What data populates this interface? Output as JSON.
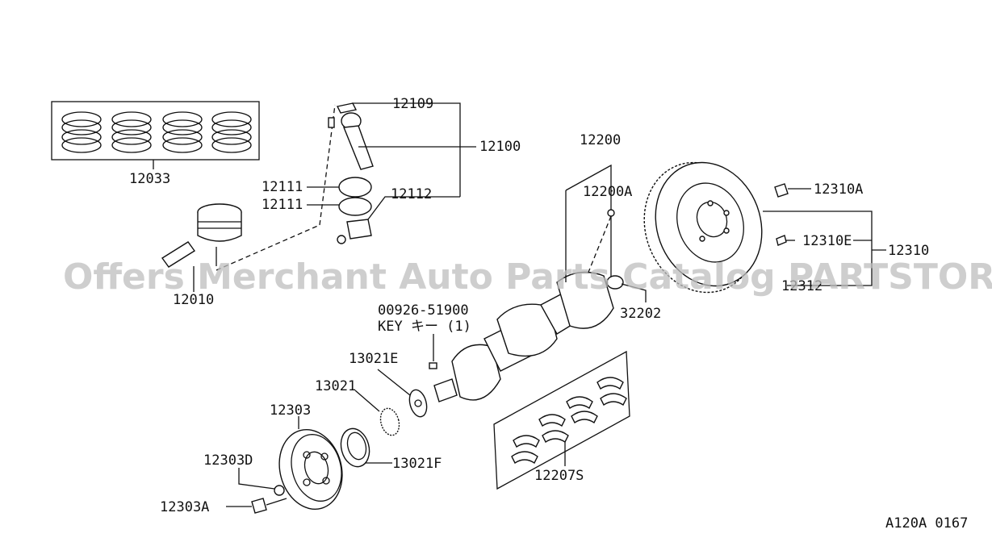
{
  "watermark": "Offers Merchant Auto Parts Catalog PARTSTORE.SA",
  "figure_code": "A120A 0167",
  "labels": {
    "p12033": "12033",
    "p12010": "12010",
    "p12109": "12109",
    "p12100": "12100",
    "p12111a": "12111",
    "p12111b": "12111",
    "p12112": "12112",
    "p12200": "12200",
    "p12200A": "12200A",
    "p12310A": "12310A",
    "p12310E": "12310E",
    "p12310": "12310",
    "p12312": "12312",
    "p32202": "32202",
    "key_part": "00926-51900",
    "key_desc": "KEY キー (1)",
    "p13021E": "13021E",
    "p13021": "13021",
    "p12303": "12303",
    "p13021F": "13021F",
    "p12303D": "12303D",
    "p12303A": "12303A",
    "p12207S": "12207S"
  }
}
